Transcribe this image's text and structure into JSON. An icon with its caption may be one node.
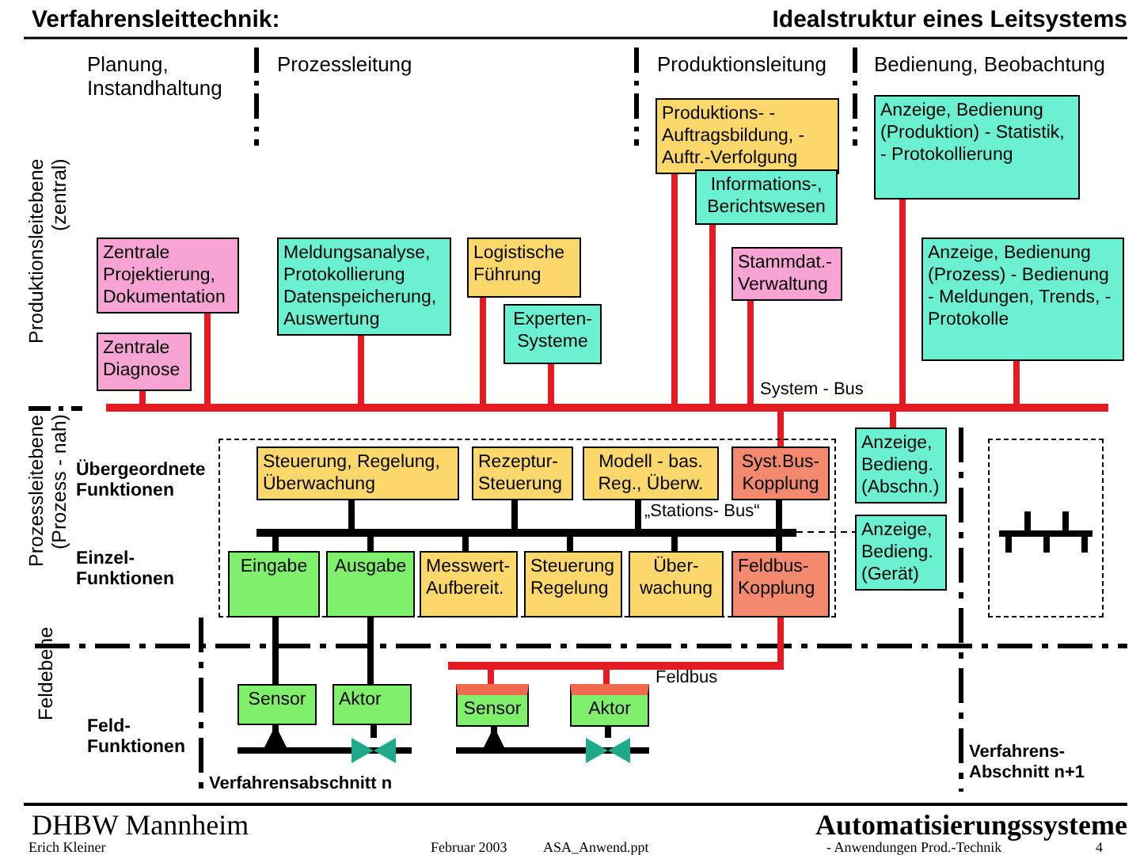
{
  "diagram": {
    "title": "Verfahrensleittechnik:",
    "nodes": [
      {
        "text": [
          "Zentrale Projektierung, Dokumentation"
        ]
      },
      {
        "text": [
          "Zentrale Diagnose"
        ]
      },
      {
        "text": [
          "Meldungsanalyse, Protokollierung Datenspeicherung, Auswertung"
        ]
      },
      {
        "text": [
          "Logistische Führung"
        ]
      },
      {
        "text": [
          "Experten- Systeme"
        ]
      },
      {
        "text": [
          "Produktions- - Auftragsbildung, - Auftr.-Verfolgung"
        ]
      },
      {
        "text": [
          "Informations-, Berichtswesen"
        ]
      },
      {
        "text": [
          "Stammdat.- Verwaltung"
        ]
      },
      {
        "text": [
          "Anzeige, Bedienung (Produktion) - Statistik, - Protokollierung"
        ]
      },
      {
        "text": [
          "Anzeige, Bedienung (Prozess) - Bedienung - Meldungen, Trends, - Protokolle"
        ]
      },
      {
        "text": [],
        "shape": "bar",
        "beside": [
          "System - Bus"
        ]
      },
      {
        "text": [],
        "shape": "box"
      },
      {
        "text": [
          "Steuerung, Regelung, Überwachung"
        ],
        "in": 11
      },
      {
        "text": [
          "Rezeptur- Steuerung"
        ],
        "in": 11
      },
      {
        "text": [
          "Modell - bas. Reg., Überw."
        ],
        "in": 11
      },
      {
        "text": [
          "Syst.Bus- Kopplung"
        ],
        "in": 11
      },
      {
        "text": [],
        "shape": "bar",
        "in": 11,
        "beside": [
          "„Stations- Bus“"
        ]
      },
      {
        "text": [
          "Eingabe"
        ],
        "in": 11
      },
      {
        "text": [
          "Ausgabe"
        ],
        "in": 11
      },
      {
        "text": [
          "Messwert- Aufbereit."
        ],
        "in": 11
      },
      {
        "text": [
          "Steuerung Regelung"
        ],
        "in": 11
      },
      {
        "text": [
          "Über- wachung"
        ],
        "in": 11
      },
      {
        "text": [
          "Feldbus- Kopplung"
        ],
        "in": 11
      },
      {
        "text": [
          "Anzeige, Bedieng. (Abschn.)"
        ]
      },
      {
        "text": [
          "Anzeige, Bedieng. (Gerät)"
        ]
      },
      {
        "text": [],
        "shape": "box"
      },
      {
        "text": [
          "Sensor"
        ]
      },
      {
        "text": [
          "Aktor"
        ]
      },
      {
        "text": [],
        "shape": "bar",
        "beside": [
          "Feldbus"
        ]
      },
      {
        "text": [
          "Sensor"
        ]
      },
      {
        "text": [
          "Aktor"
        ]
      },
      {
        "text": [],
        "shape": "pipe"
      },
      {
        "text": [],
        "shape": "pipe"
      }
    ],
    "edges": [
      {
        "from": 0,
        "to": 10,
        "arrow": "none",
        "color": "#e31b23"
      },
      {
        "from": 1,
        "to": 10,
        "arrow": "none",
        "color": "#e31b23"
      },
      {
        "from": 2,
        "to": 10,
        "arrow": "none",
        "color": "#e31b23"
      },
      {
        "from": 3,
        "to": 10,
        "arrow": "none",
        "color": "#e31b23"
      },
      {
        "from": 4,
        "to": 10,
        "arrow": "none",
        "color": "#e31b23"
      },
      {
        "from": 5,
        "to": 10,
        "arrow": "none",
        "color": "#e31b23"
      },
      {
        "from": 6,
        "to": 10,
        "arrow": "none",
        "color": "#e31b23"
      },
      {
        "from": 7,
        "to": 10,
        "arrow": "none",
        "color": "#e31b23"
      },
      {
        "from": 8,
        "to": 10,
        "arrow": "none",
        "color": "#e31b23"
      },
      {
        "from": 9,
        "to": 10,
        "arrow": "none",
        "color": "#e31b23"
      },
      {
        "from": 10,
        "to": 15,
        "arrow": "none",
        "color": "#e31b23"
      },
      {
        "from": 10,
        "to": 23,
        "arrow": "none",
        "color": "#e31b23"
      },
      {
        "from": 12,
        "to": 16,
        "arrow": "none"
      },
      {
        "from": 13,
        "to": 16,
        "arrow": "none"
      },
      {
        "from": 14,
        "to": 16,
        "arrow": "none"
      },
      {
        "from": 15,
        "to": 16,
        "arrow": "none"
      },
      {
        "from": 16,
        "to": 17,
        "arrow": "none"
      },
      {
        "from": 16,
        "to": 18,
        "arrow": "none"
      },
      {
        "from": 16,
        "to": 19,
        "arrow": "none"
      },
      {
        "from": 16,
        "to": 20,
        "arrow": "none"
      },
      {
        "from": 16,
        "to": 21,
        "arrow": "none"
      },
      {
        "from": 16,
        "to": 22,
        "arrow": "none"
      },
      {
        "from": 16,
        "to": 24,
        "arrow": "none",
        "style": "dashed"
      },
      {
        "from": 17,
        "to": 26,
        "arrow": "none"
      },
      {
        "from": 18,
        "to": 27,
        "arrow": "none"
      },
      {
        "from": 22,
        "to": 28,
        "arrow": "none",
        "color": "#e31b23"
      },
      {
        "from": 28,
        "to": 29,
        "arrow": "none",
        "color": "#e31b23"
      },
      {
        "from": 28,
        "to": 30,
        "arrow": "none",
        "color": "#e31b23"
      },
      {
        "from": 31,
        "to": 26,
        "arrow": "to"
      },
      {
        "from": 27,
        "to": 31,
        "arrow": "none"
      },
      {
        "from": 32,
        "to": 29,
        "arrow": "to"
      },
      {
        "from": 30,
        "to": 32,
        "arrow": "none"
      }
    ],
    "labels": [
      "Idealstruktur eines Leitsystems",
      "Planung, Instandhaltung",
      "Prozessleitung",
      "Produktionsleitung",
      "Bedienung, Beobachtung",
      "Produktionsleitebene (zentral)",
      "Prozessleitebene (Prozess - nah)",
      "Übergeordnete Funktionen",
      "Einzel- Funktionen",
      "Feldebene",
      "Feld- Funktionen",
      "Verfahrensabschnitt n",
      "Verfahrens- Abschnitt n+1",
      "DHBW Mannheim",
      "Automatisierungssysteme",
      "Erich Kleiner",
      "Februar 2003",
      "ASA_Anwend.ppt",
      "- Anwendungen Prod.-Technik",
      "4"
    ]
  }
}
